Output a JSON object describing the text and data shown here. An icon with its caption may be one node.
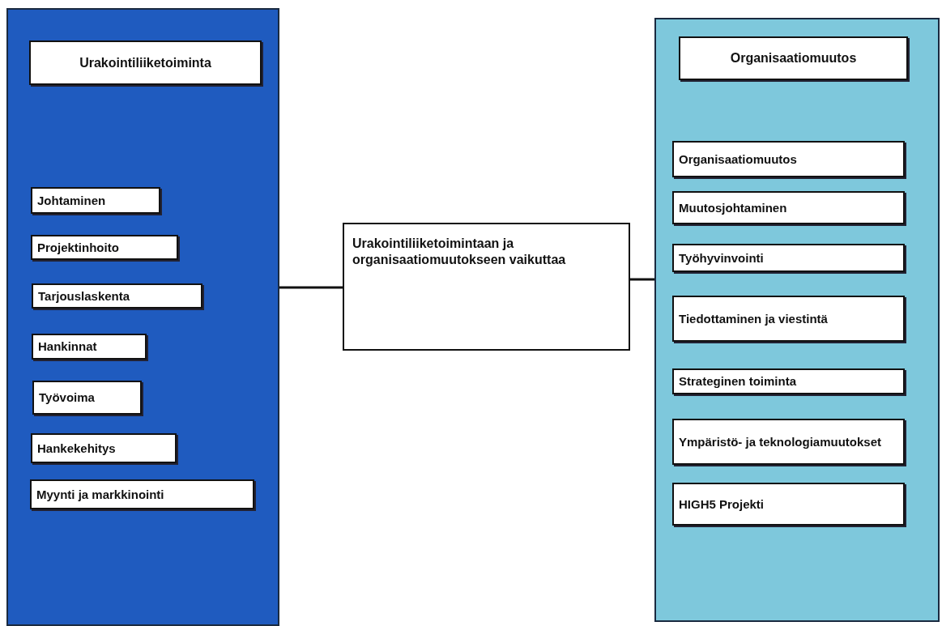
{
  "diagram": {
    "nodes": [
      {
        "text": [],
        "shape": "box"
      },
      {
        "text": [
          "Urakointiliiketoiminta"
        ],
        "in": 0
      },
      {
        "text": [
          "Johtaminen"
        ],
        "in": 0
      },
      {
        "text": [
          "Projektinhoito"
        ],
        "in": 0
      },
      {
        "text": [
          "Tarjouslaskenta"
        ],
        "in": 0
      },
      {
        "text": [
          "Hankinnat"
        ],
        "in": 0
      },
      {
        "text": [
          "Työvoima"
        ],
        "in": 0
      },
      {
        "text": [
          "Hankekehitys"
        ],
        "in": 0
      },
      {
        "text": [
          "Myynti ja markkinointi"
        ],
        "in": 0
      },
      {
        "text": [
          "Urakointiliiketoimintaan ja organisaatiomuutokseen vaikuttaa"
        ]
      },
      {
        "text": [],
        "shape": "box"
      },
      {
        "text": [
          "Organisaatiomuutos"
        ],
        "in": 10
      },
      {
        "text": [
          "Organisaatiomuutos"
        ],
        "in": 10
      },
      {
        "text": [
          "Muutosjohtaminen"
        ],
        "in": 10
      },
      {
        "text": [
          "Työhyvinvointi"
        ],
        "in": 10
      },
      {
        "text": [
          "Tiedottaminen ja viestintä"
        ],
        "in": 10
      },
      {
        "text": [
          "Strateginen toiminta"
        ],
        "in": 10
      },
      {
        "text": [
          "Ympäristö- ja teknologiamuutokset"
        ],
        "in": 10
      },
      {
        "text": [
          "HIGH5 Projekti"
        ],
        "in": 10
      }
    ],
    "edges": [
      {
        "from": 0,
        "to": 9,
        "arrow": "none"
      },
      {
        "from": 9,
        "to": 10,
        "arrow": "none"
      }
    ]
  }
}
